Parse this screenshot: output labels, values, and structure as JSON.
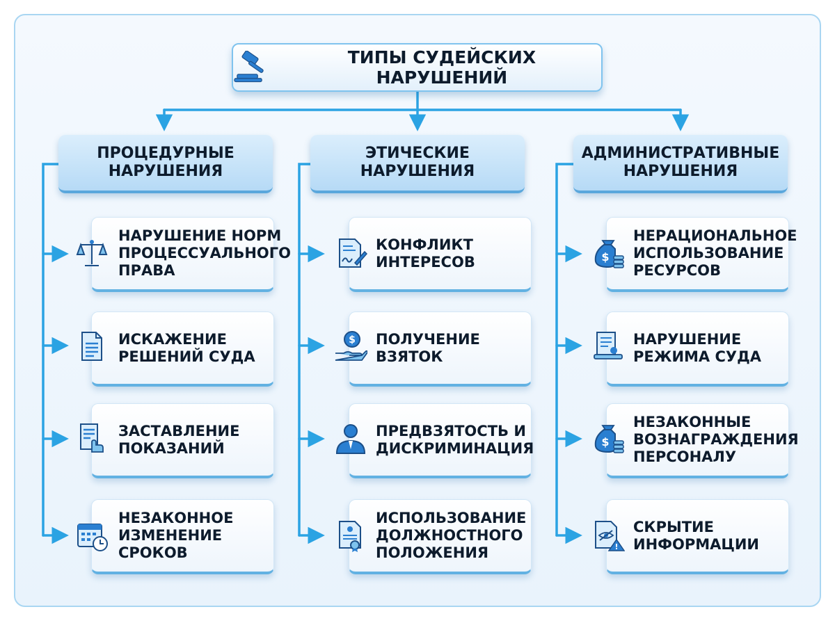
{
  "title": "ТИПЫ СУДЕЙСКИХ НАРУШЕНИЙ",
  "colors": {
    "line": "#2ba3e3",
    "icon": "#2a7fd1",
    "icon_dark": "#1c4f88"
  },
  "columns": [
    {
      "heading": "ПРОЦЕДУРНЫЕ\nНАРУШЕНИЯ",
      "items": [
        {
          "label": "НАРУШЕНИЕ НОРМ\nПРОЦЕССУАЛЬНОГО\nПРАВА",
          "icon": "scales-icon"
        },
        {
          "label": "ИСКАЖЕНИЕ\nРЕШЕНИЙ СУДА",
          "icon": "document-icon"
        },
        {
          "label": "ЗАСТАВЛЕНИЕ\nПОКАЗАНИЙ",
          "icon": "document-hand-icon"
        },
        {
          "label": "НЕЗАКОННОЕ\nИЗМЕНЕНИЕ\nСРОКОВ",
          "icon": "calendar-clock-icon"
        }
      ]
    },
    {
      "heading": "ЭТИЧЕСКИЕ\nНАРУШЕНИЯ",
      "items": [
        {
          "label": "КОНФЛИКТ\nИНТЕРЕСОВ",
          "icon": "contract-signature-icon"
        },
        {
          "label": "ПОЛУЧЕНИЕ\nВЗЯТОК",
          "icon": "money-hand-icon"
        },
        {
          "label": "ПРЕДВЗЯТОСТЬ И\nДИСКРИМИНАЦИЯ",
          "icon": "person-icon"
        },
        {
          "label": "ИСПОЛЬЗОВАНИЕ\nДОЛЖНОСТНОГО\nПОЛОЖЕНИЯ",
          "icon": "certificate-icon"
        }
      ]
    },
    {
      "heading": "АДМИНИСТРАТИВНЫЕ\nНАРУШЕНИЯ",
      "items": [
        {
          "label": "НЕРАЦИОНАЛЬНОЕ\nИСПОЛЬЗОВАНИЕ\nРЕСУРСОВ",
          "icon": "money-bag-icon"
        },
        {
          "label": "НАРУШЕНИЕ\nРЕЖИМА СУДА",
          "icon": "certificate-document-icon"
        },
        {
          "label": "НЕЗАКОННЫЕ\nВОЗНАГРАЖДЕНИЯ\nПЕРСОНАЛУ",
          "icon": "money-bag-icon"
        },
        {
          "label": "СКРЫТИЕ\nИНФОРМАЦИИ",
          "icon": "hidden-document-warning-icon"
        }
      ]
    }
  ]
}
